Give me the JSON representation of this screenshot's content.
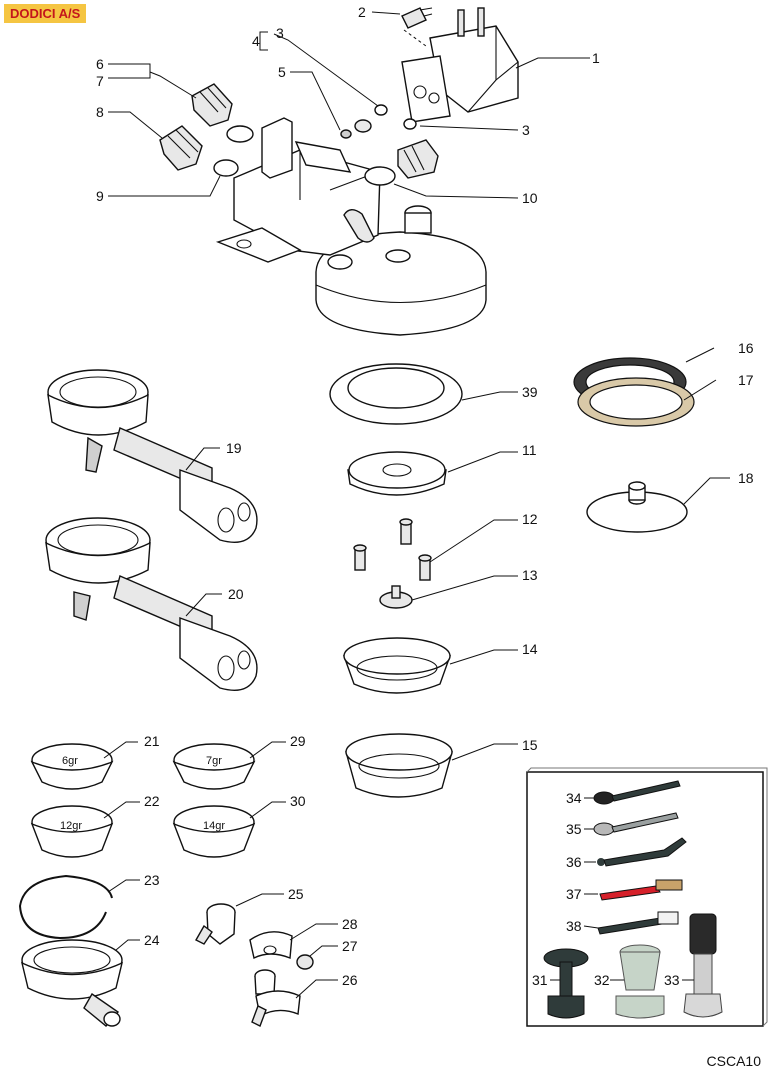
{
  "header": {
    "brand": "DODICI A/S"
  },
  "footer": {
    "code": "CSCA10"
  },
  "callouts": [
    "1",
    "2",
    "3",
    "3",
    "4",
    "5",
    "6",
    "7",
    "8",
    "9",
    "10",
    "11",
    "12",
    "13",
    "14",
    "15",
    "16",
    "17",
    "18",
    "19",
    "20",
    "21",
    "22",
    "23",
    "24",
    "25",
    "26",
    "27",
    "28",
    "29",
    "30",
    "31",
    "32",
    "33",
    "34",
    "35",
    "36",
    "37",
    "38",
    "39"
  ],
  "basket_labels": {
    "b21": "6gr",
    "b29": "7gr",
    "b22": "12gr",
    "b30": "14gr"
  },
  "colors": {
    "brand_bg": "#f5c542",
    "brand_text": "#c4161c",
    "brush": "#d6202a",
    "tool_dark": "#2f3b3a"
  }
}
